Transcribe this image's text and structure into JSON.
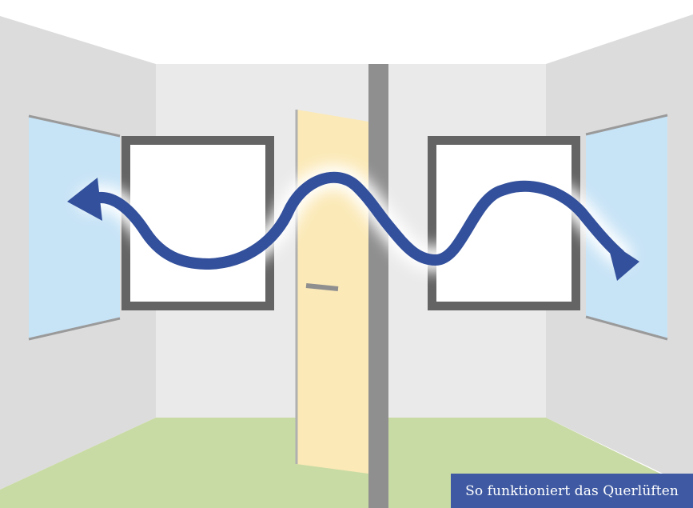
{
  "caption": {
    "text": "So funktioniert das Querlüften",
    "background": "#3f5aa2"
  },
  "colors": {
    "ceiling": "#ffffff",
    "side_walls": "#dcdcdc",
    "back_wall": "#eaeaea",
    "floor": "#c9dba4",
    "partition": "#8f8f8f",
    "door": "#fbe9b7",
    "door_handle": "#8f8f8f",
    "window_frame": "#646464",
    "window_glass": "#ffffff",
    "open_sash_glass": "#c7e3f6",
    "airflow_arrow": "#33509c"
  },
  "elements": [
    "left-open-window-sash",
    "left-window",
    "door",
    "partition-wall",
    "right-window",
    "right-open-window-sash",
    "airflow-arrow"
  ]
}
